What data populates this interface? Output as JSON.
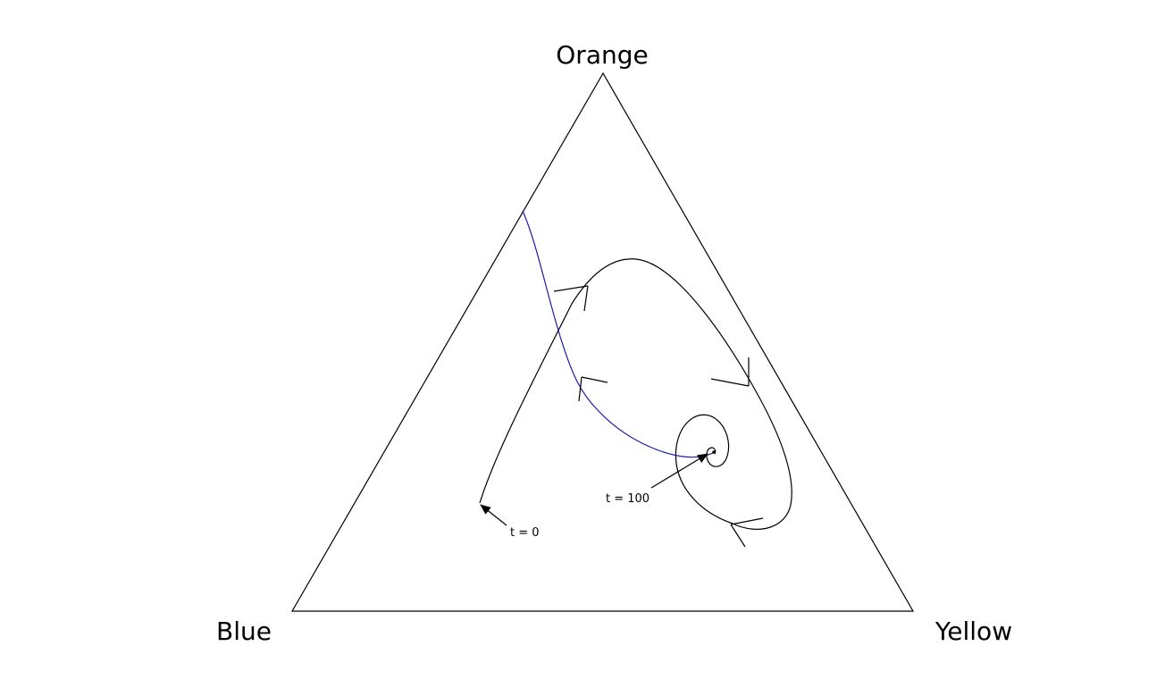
{
  "vertices": {
    "top": "Orange",
    "left": "Blue",
    "right": "Yellow"
  },
  "annotations": {
    "start": "t = 0",
    "end": "t = 100"
  },
  "colors": {
    "triangle": "#000000",
    "black_trajectory": "#000000",
    "blue_trajectory": "#1a1aa8"
  }
}
